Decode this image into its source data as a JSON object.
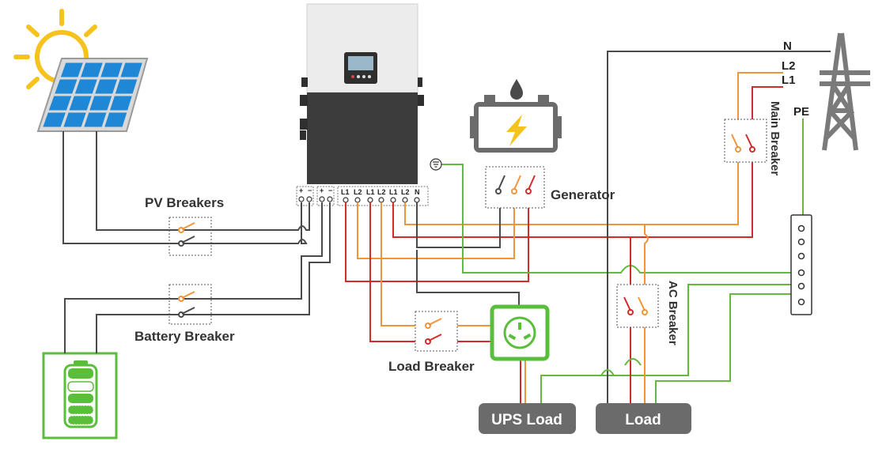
{
  "labels": {
    "pv_breakers": "PV Breakers",
    "battery_breaker": "Battery Breaker",
    "load_breaker": "Load Breaker",
    "generator": "Generator",
    "main_breaker": "Main Breaker",
    "ac_breaker": "AC Breaker",
    "ups_load": "UPS Load",
    "load": "Load",
    "grid_n": "N",
    "grid_l2": "L2",
    "grid_l1": "L1",
    "grid_pe": "PE"
  },
  "inverter_terminals": {
    "dc_plus": "+",
    "dc_minus": "−",
    "ac": [
      "L1",
      "L2",
      "L1",
      "L2",
      "L1",
      "L2",
      "N"
    ]
  },
  "colors": {
    "wire_dark": "#4a4a4a",
    "wire_orange": "#f0953a",
    "wire_red": "#d42a2a",
    "wire_green": "#64b83e",
    "accent_green": "#59bf3b",
    "box_gray": "#6b6b6b",
    "sun_yellow": "#f6c21d",
    "panel_blue": "#1e88d6"
  }
}
